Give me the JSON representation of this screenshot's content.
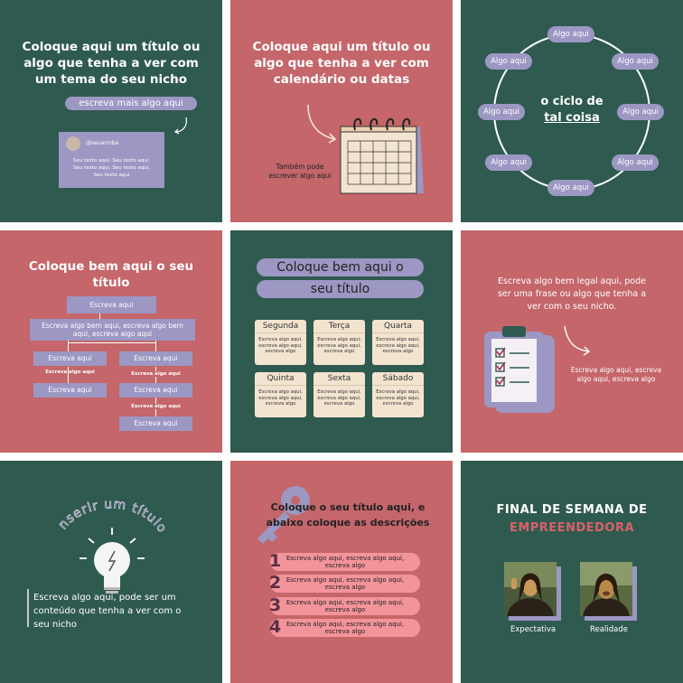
{
  "tile1": {
    "title_lines": [
      "Coloque aqui um título ou",
      "algo que tenha a ver com",
      "um tema do seu nicho"
    ],
    "pill": "escreva mais algo aqui",
    "handle": "@seuarroba",
    "body_lines": [
      "Seu texto aqui. Seu texto aqui.",
      "Seu texto aqui. Seu texto aqui.",
      "Seu texto aqui"
    ]
  },
  "tile2": {
    "title_lines": [
      "Coloque aqui um título ou",
      "algo que tenha a ver com",
      "calendário ou datas"
    ],
    "note_lines": [
      "Também pode",
      "escrever algo aqui"
    ]
  },
  "tile3": {
    "center_lines": [
      "o ciclo de",
      "tal coisa"
    ],
    "items": [
      "Algo aqui",
      "Algo aqui",
      "Algo aqui",
      "Algo aqui",
      "Algo aqui",
      "Algo aqui",
      "Algo aqui",
      "Algo aqui"
    ]
  },
  "tile4": {
    "title_lines": [
      "Coloque bem aqui o seu",
      "título"
    ],
    "root": "Escreva aqui",
    "wide_lines": [
      "Escreva algo bem aqui, escreva algo bem",
      "aqui, escreva algo aqui"
    ],
    "left_box1": "Escreva aqui",
    "left_label": "Escreva algo aqui",
    "left_box2": "Escreva aqui",
    "right_box1": "Escreva aqui",
    "right_label1": "Escreva algo aqui",
    "right_box2": "Escreva aqui",
    "right_label2": "Escreva algo aqui",
    "right_box3": "Escreva aqui"
  },
  "tile5": {
    "title_line1": "Coloque bem aqui o",
    "title_line2": "seu título",
    "days": [
      {
        "name": "Segunda",
        "text": [
          "Escreva algo aqui,",
          "escreva algo aqui,",
          "escreva algo"
        ]
      },
      {
        "name": "Terça",
        "text": [
          "Escreva algo aqui,",
          "escreva algo aqui,",
          "escreva algo"
        ]
      },
      {
        "name": "Quarta",
        "text": [
          "Escreva algo aqui,",
          "escreva algo aqui,",
          "escreva algo"
        ]
      },
      {
        "name": "Quinta",
        "text": [
          "Escreva algo aqui,",
          "escreva algo aqui,",
          "escreva algo"
        ]
      },
      {
        "name": "Sexta",
        "text": [
          "Escreva algo aqui,",
          "escreva algo aqui,",
          "escreva algo"
        ]
      },
      {
        "name": "Sábado",
        "text": [
          "Escreva algo aqui,",
          "escreva algo aqui,",
          "escreva algo"
        ]
      }
    ]
  },
  "tile6": {
    "text_lines": [
      "Escreva algo bem legal aqui, pode",
      "ser uma frase ou algo que tenha a",
      "ver com o seu nicho."
    ],
    "note_lines": [
      "Escreva algo aqui, escreva",
      "algo aqui, escreva algo"
    ]
  },
  "tile7": {
    "arc_title": "Inserir um título",
    "text_lines": [
      "Escreva algo aqui, pode ser um",
      "conteúdo que tenha a ver com o",
      "seu nicho"
    ]
  },
  "tile8": {
    "title_lines": [
      "Coloque o seu título aqui, e",
      "abaixo coloque as descrições"
    ],
    "steps": [
      {
        "n": "1",
        "text": [
          "Escreva algo aqui, escreva algo aqui,",
          "escreva algo"
        ]
      },
      {
        "n": "2",
        "text": [
          "Escreva algo aqui, escreva algo aqui,",
          "escreva algo"
        ]
      },
      {
        "n": "3",
        "text": [
          "Escreva algo aqui, escreva algo aqui,",
          "escreva algo"
        ]
      },
      {
        "n": "4",
        "text": [
          "Escreva algo aqui, escreva algo aqui,",
          "escreva algo"
        ]
      }
    ]
  },
  "tile9": {
    "title_line1": "FINAL DE SEMANA DE",
    "title_line2": "EMPREENDEDORA",
    "captions": [
      "Expectativa",
      "Realidade"
    ]
  },
  "colors": {
    "green": "#2f5a4f",
    "red": "#c4666a",
    "lavender": "#9c97c3",
    "cream": "#f3e4d0",
    "pink": "#f3949a"
  }
}
